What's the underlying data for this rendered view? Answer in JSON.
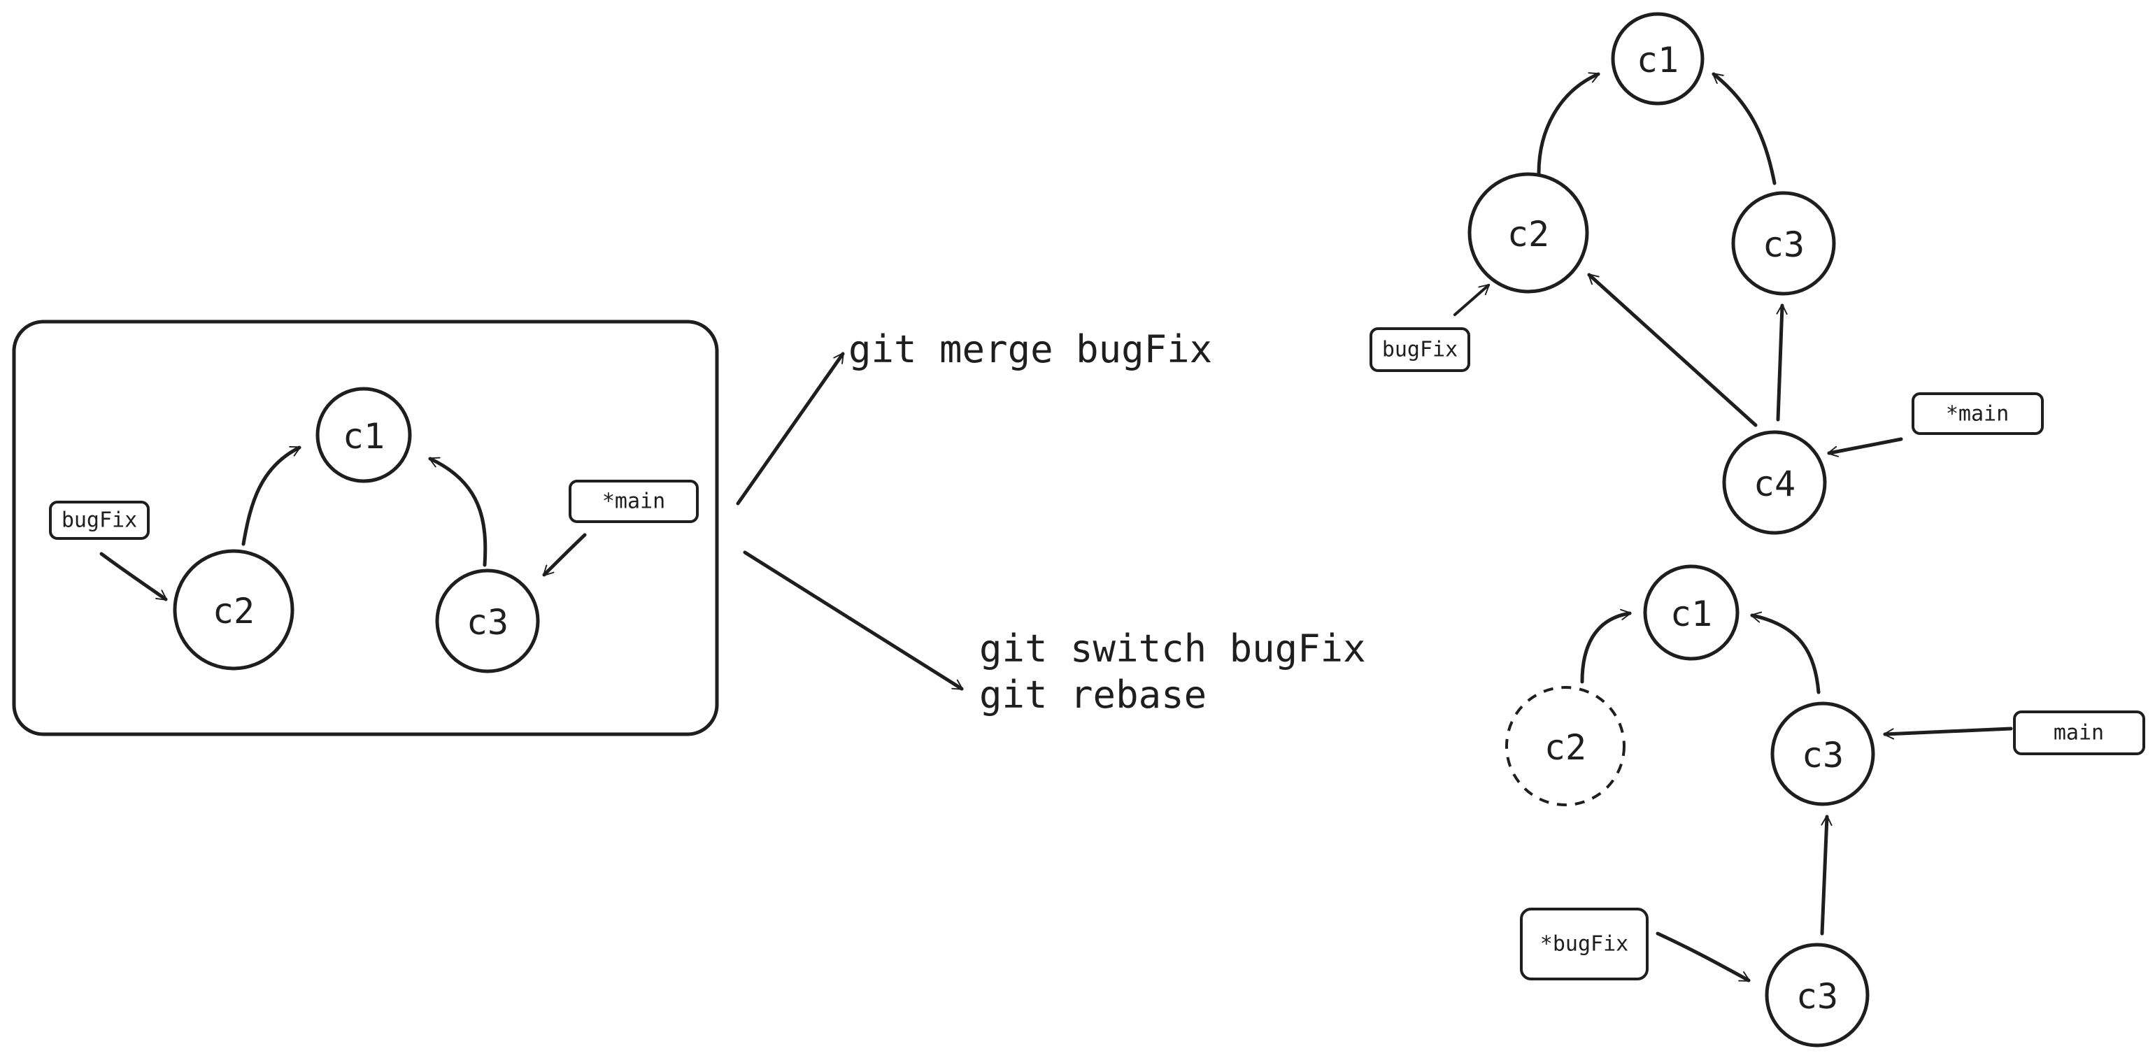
{
  "before": {
    "nodes": {
      "c1": "c1",
      "c2": "c2",
      "c3": "c3"
    },
    "tags": {
      "bugfix": "bugFix",
      "main": "*main"
    }
  },
  "merge": {
    "command": "git merge bugFix",
    "nodes": {
      "c1": "c1",
      "c2": "c2",
      "c3": "c3",
      "c4": "c4"
    },
    "tags": {
      "bugfix": "bugFix",
      "main": "*main"
    }
  },
  "rebase": {
    "commands": [
      "git switch bugFix",
      "git rebase"
    ],
    "nodes": {
      "c1": "c1",
      "c2_orphan": "c2",
      "c3": "c3",
      "c3_new": "c3"
    },
    "tags": {
      "main": "main",
      "bugfix": "*bugFix"
    }
  }
}
